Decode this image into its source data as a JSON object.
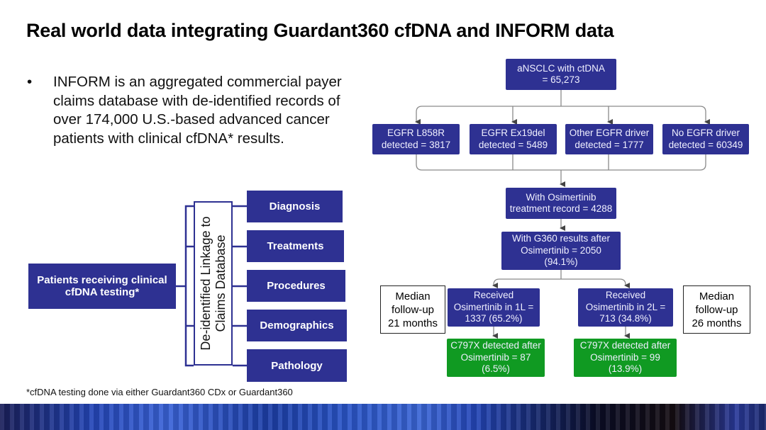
{
  "slide": {
    "title": "Real world data integrating Guardant360 cfDNA and INFORM data",
    "bullets": [
      {
        "marker": "•",
        "text": "INFORM is an aggregated commercial payer claims database with de-identified records of over 174,000 U.S.-based advanced cancer patients with clinical cfDNA* results."
      }
    ],
    "footnote": "*cfDNA testing done via either Guardant360 CDx or Guardant360"
  },
  "linkage_diagram": {
    "source": "Patients receiving clinical cfDNA testing*",
    "linkage_label": "De-identified Linkage to Claims Database",
    "outputs": [
      "Diagnosis",
      "Treatments",
      "Procedures",
      "Demographics",
      "Pathology"
    ]
  },
  "flowchart": {
    "root": "aNSCLC with ctDNA = 65,273",
    "level1": [
      "EGFR L858R detected = 3817",
      "EGFR Ex19del detected = 5489",
      "Other EGFR driver detected = 1777",
      "No EGFR driver detected = 60349"
    ],
    "osimertinib": "With Osimertinib treatment record = 4288",
    "g360": "With G360 results after Osimertinib = 2050 (94.1%)",
    "branches": [
      {
        "received": "Received Osimertinib in 1L = 1337 (65.2%)",
        "c797x": "C797X detected after Osimertinib = 87 (6.5%)",
        "followup": "Median follow-up 21 months"
      },
      {
        "received": "Received Osimertinib in 2L = 713 (34.8%)",
        "c797x": "C797X detected after Osimertinib = 99 (13.9%)",
        "followup": "Median follow-up 26 months"
      }
    ]
  },
  "colors": {
    "navy": "#2e3192",
    "green": "#109a22",
    "connector": "#8a8a8a",
    "linkage_line": "#2e3192"
  }
}
